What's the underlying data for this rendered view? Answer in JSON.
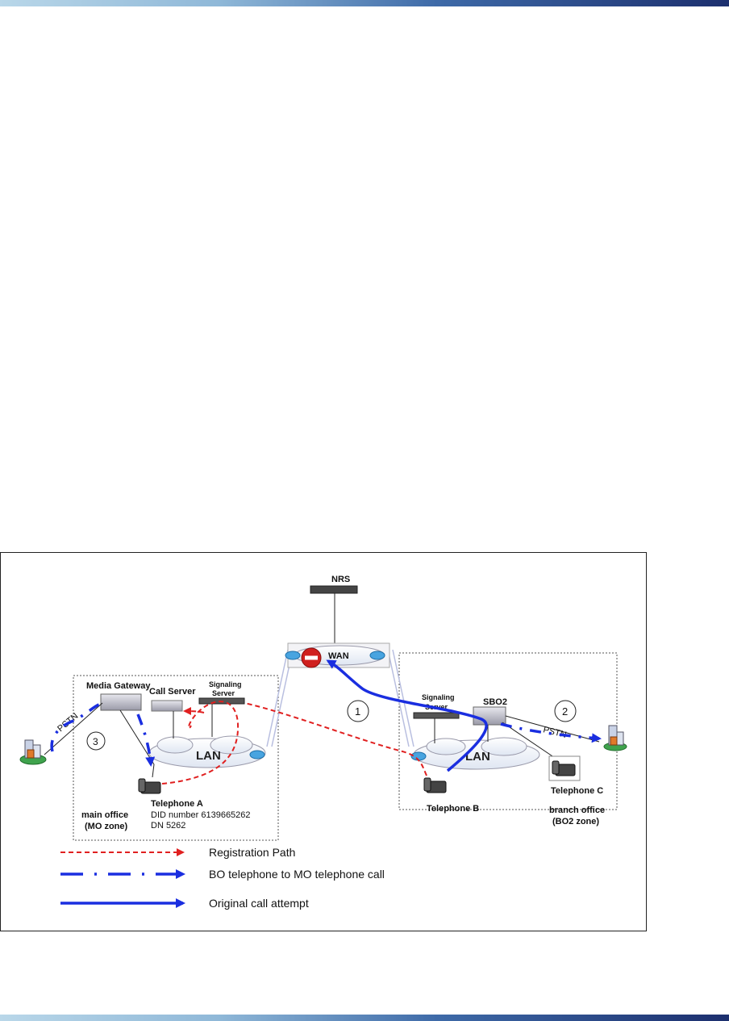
{
  "diagram": {
    "nrs_label": "NRS",
    "wan_label": "WAN",
    "lan_main_label": "LAN",
    "lan_branch_label": "LAN",
    "media_gateway_label": "Media Gateway",
    "call_server_label": "Call Server",
    "signaling_server_main_line1": "Signaling",
    "signaling_server_main_line2": "Server",
    "signaling_server_branch_line1": "Signaling",
    "signaling_server_branch_line2": "Server",
    "sbo2_label": "SBO2",
    "pstn_left_label": "PSTN",
    "pstn_right_label": "PSTN",
    "step_1": "1",
    "step_2": "2",
    "step_3": "3",
    "telephone_a_label": "Telephone A",
    "telephone_a_did": "DID number 6139665262",
    "telephone_a_dn": "DN 5262",
    "telephone_b_label": "Telephone B",
    "telephone_c_label": "Telephone C",
    "main_office_line1": "main office",
    "main_office_line2": "(MO zone)",
    "branch_office_line1": "branch office",
    "branch_office_line2": "(BO2 zone)"
  },
  "legend": {
    "registration_path": "Registration Path",
    "bo_to_mo_call": "BO telephone to MO telephone call",
    "original_call_attempt": "Original call attempt"
  },
  "colors": {
    "registration_path": "#e02020",
    "call_path": "#1a2ee0"
  }
}
